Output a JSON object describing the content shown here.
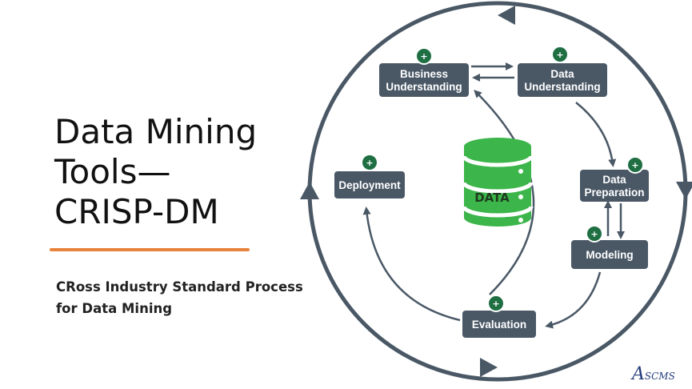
{
  "slide": {
    "title_lines": [
      "Data Mining",
      "Tools—",
      "CRISP-DM"
    ],
    "subtitle_lines": [
      "CRoss Industry Standard Process",
      "for Data Mining"
    ],
    "accent_color": "#e8823a"
  },
  "diagram": {
    "center_label": "DATA",
    "phases": {
      "business_understanding": [
        "Business",
        "Understanding"
      ],
      "data_understanding": [
        "Data",
        "Understanding"
      ],
      "data_preparation": [
        "Data",
        "Preparation"
      ],
      "modeling": [
        "Modeling"
      ],
      "evaluation": [
        "Evaluation"
      ],
      "deployment": [
        "Deployment"
      ]
    },
    "badge_symbol": "+",
    "colors": {
      "box": "#4a5866",
      "arrow": "#4a5866",
      "badge": "#1f6f43",
      "database": "#3cb54a"
    }
  },
  "logo": {
    "first": "A",
    "rest": "SCMS"
  }
}
